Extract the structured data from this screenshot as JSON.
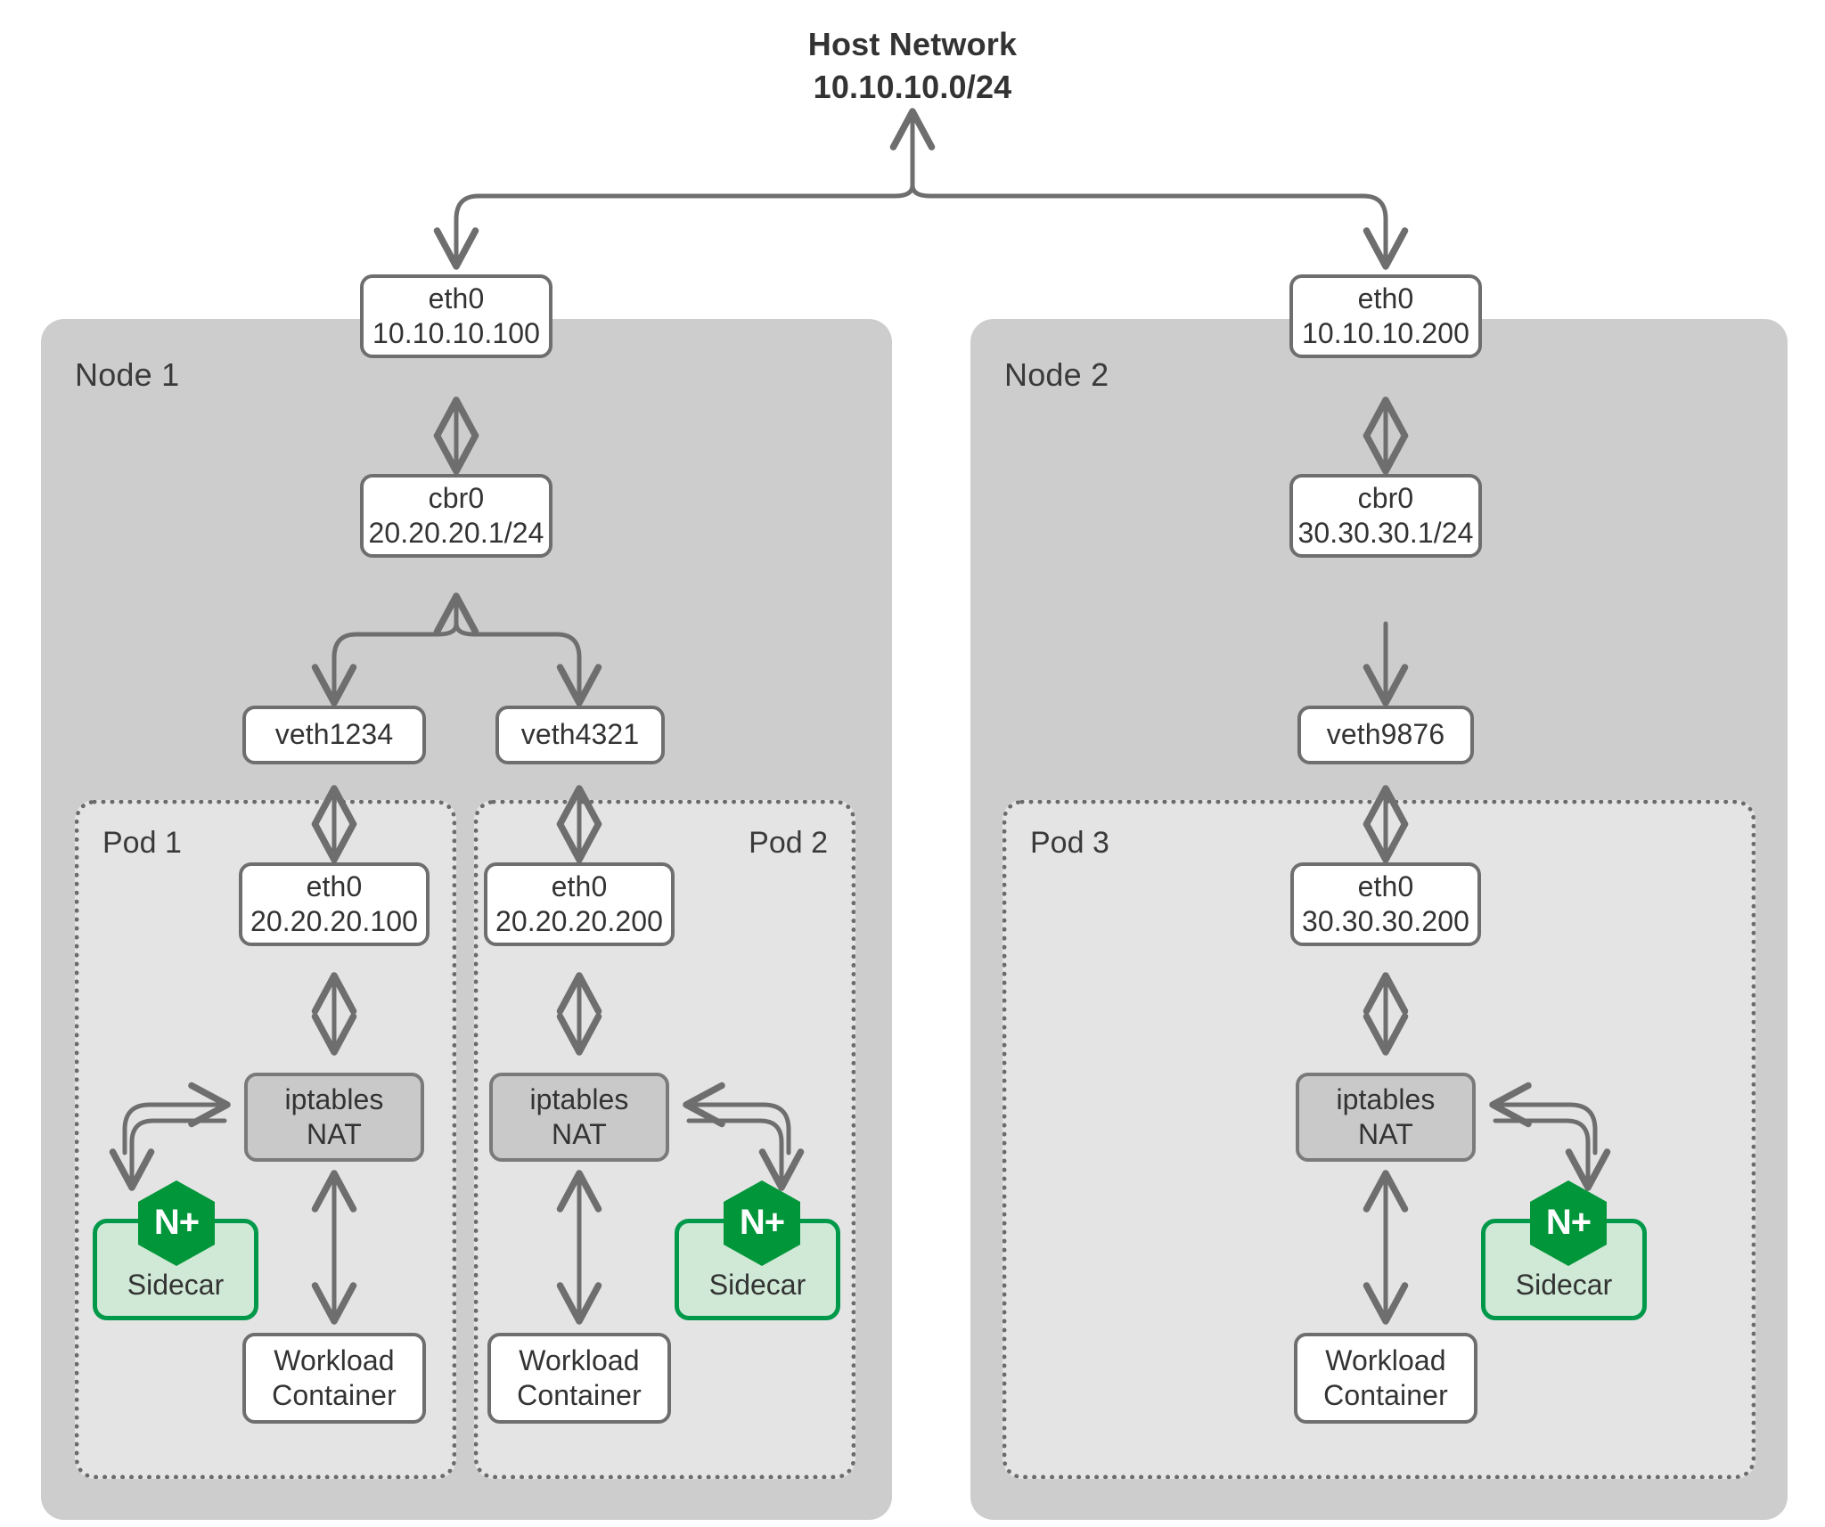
{
  "diagram": {
    "type": "network-topology",
    "title_line1": "Host Network",
    "title_line2": "10.10.10.0/24"
  },
  "nodes": [
    {
      "id": "node1",
      "label": "Node 1",
      "host_nic": {
        "name": "eth0",
        "address": "10.10.10.100"
      },
      "bridge": {
        "name": "cbr0",
        "address": "20.20.20.1/24"
      },
      "veths": [
        {
          "name": "veth1234"
        },
        {
          "name": "veth4321"
        }
      ],
      "pods": [
        {
          "label": "Pod 1",
          "eth": {
            "name": "eth0",
            "address": "20.20.20.100"
          },
          "nat": {
            "line1": "iptables",
            "line2": "NAT"
          },
          "sidecar": {
            "label": "Sidecar",
            "badge": "N+",
            "side": "left"
          },
          "workload": {
            "line1": "Workload",
            "line2": "Container"
          }
        },
        {
          "label": "Pod 2",
          "eth": {
            "name": "eth0",
            "address": "20.20.20.200"
          },
          "nat": {
            "line1": "iptables",
            "line2": "NAT"
          },
          "sidecar": {
            "label": "Sidecar",
            "badge": "N+",
            "side": "right"
          },
          "workload": {
            "line1": "Workload",
            "line2": "Container"
          }
        }
      ]
    },
    {
      "id": "node2",
      "label": "Node 2",
      "host_nic": {
        "name": "eth0",
        "address": "10.10.10.200"
      },
      "bridge": {
        "name": "cbr0",
        "address": "30.30.30.1/24"
      },
      "veths": [
        {
          "name": "veth9876"
        }
      ],
      "pods": [
        {
          "label": "Pod 3",
          "eth": {
            "name": "eth0",
            "address": "30.30.30.200"
          },
          "nat": {
            "line1": "iptables",
            "line2": "NAT"
          },
          "sidecar": {
            "label": "Sidecar",
            "badge": "N+",
            "side": "right"
          },
          "workload": {
            "line1": "Workload",
            "line2": "Container"
          }
        }
      ]
    }
  ],
  "colors": {
    "node_fill": "#cdcdcd",
    "pod_fill": "#e4e4e4",
    "box_fill": "#ffffff",
    "box_stroke": "#6e6e6e",
    "nat_fill": "#c9c9c9",
    "sidecar_fill": "#cfe9d6",
    "sidecar_stroke": "#00994a",
    "badge_green": "#009639",
    "text": "#333333",
    "arrow": "#6e6e6e"
  }
}
